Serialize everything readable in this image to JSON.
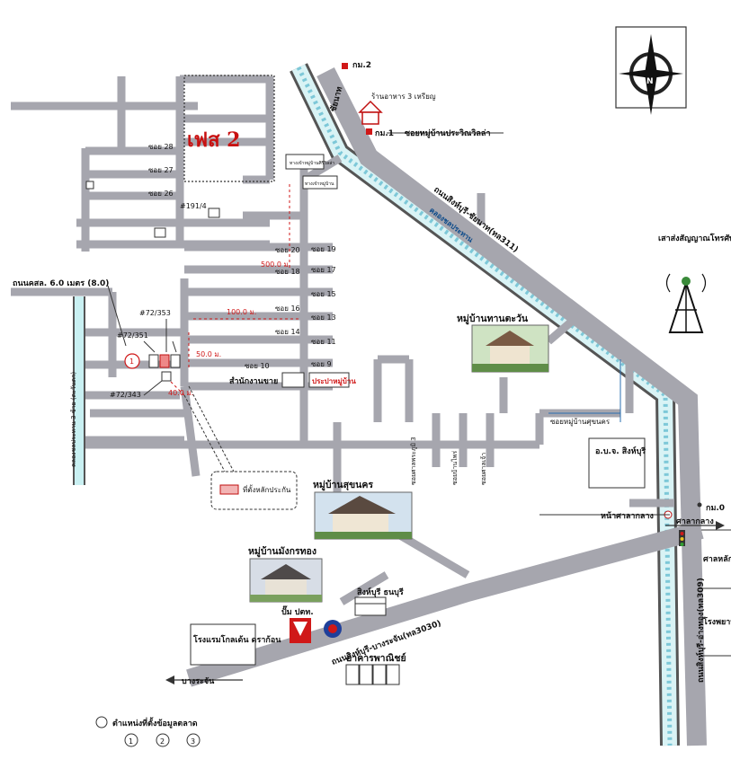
{
  "compass": {
    "letter": "N"
  },
  "phase_zone": {
    "label": "เฟส 2"
  },
  "roads": {
    "main_north": "ถนนสิงห์บุรี-ชัยนาท(ทล311)",
    "main_east": "ถนนสิงห์บุรี-อ่างทอง(ทล309)",
    "bangrachan": "ถนนสิงห์บุรี-บางระจัน(ทล3030)",
    "canal_north": "คลองชลประทาน",
    "canal_west": "คลองชลประทาน 3 ซ้าย (ตะวันตก)",
    "chainat": "ชัยนาท",
    "bangrachan_arrow": "บางระจัน",
    "ring_road": "ถนนคสล. 6.0 เมตร (8.0)"
  },
  "sois": {
    "west": [
      "ซอย 28",
      "ซอย 27",
      "ซอย 26"
    ],
    "mid_left": [
      "ซอย 20",
      "ซอย 18",
      "ซอย 16",
      "ซอย 14",
      "ซอย 10"
    ],
    "mid_right": [
      "ซอย 19",
      "ซอย 17",
      "ซอย 15",
      "ซอย 13",
      "ซอย 11",
      "ซอย 9"
    ],
    "vertical": [
      "ซอยศาลพระภูมิ 3",
      "ซอยบ้านไพร่",
      "ซอยศาลเจ้า"
    ],
    "to_canal": "ซอยหมู่บ้านศุขนคร",
    "village_entry": "ซอยหมู่บ้านประวิณวิลล่า"
  },
  "plots": {
    "p1": "#191/4",
    "p2": "#72/353",
    "p3": "#72/351",
    "p4": "#72/343",
    "circle1": "1"
  },
  "distances": {
    "d500": "500.0 ม.",
    "d100": "100.0 ม.",
    "d50": "50.0 ม.",
    "d40": "40.0 ม."
  },
  "landmarks": {
    "km2": "กม.2",
    "km1": "กม.1",
    "km0": "กม.0",
    "restaurant": "ร้านอาหาร 3 เหรียญ",
    "office_small": "สำนักงานขาย",
    "water_plant": "ประปาหมู่บ้าน",
    "village_thanawan": "หมู่บ้านทานตะวัน",
    "village_sukhon": "หมู่บ้านสุขนคร",
    "village_mangkorn": "หมู่บ้านมังกรทอง",
    "tower": "เสาส่งสัญญาณโทรศัพท์",
    "obj": "อ.บ.จ. สิงห์บุรี",
    "city_hall_front": "หน้าศาลากลาง",
    "town_hall": "ศาลากลาง",
    "city_pillar": "ศาลหลักเมือง",
    "hospital": "โรงพยาบาลสิงห์บุรี",
    "hotel": "โรงแรมโกลเด้น ดราก้อน",
    "commercial": "อาคารพาณิชย์",
    "gas_station": "ปั๊ม ปตท.",
    "school": "สิงห์บุรี ธนบุรี",
    "plot_sign": "ที่ตั้งหลักประกัน",
    "entrance_sign": "ทางเข้าหมู่บ้านศิริวิลล่า",
    "arrow_sign": "ทางเข้าหมู่บ้าน"
  },
  "legend": {
    "title": "ตำแหน่งที่ตั้งข้อมูลตลาด",
    "items": [
      "1",
      "2",
      "3"
    ]
  }
}
